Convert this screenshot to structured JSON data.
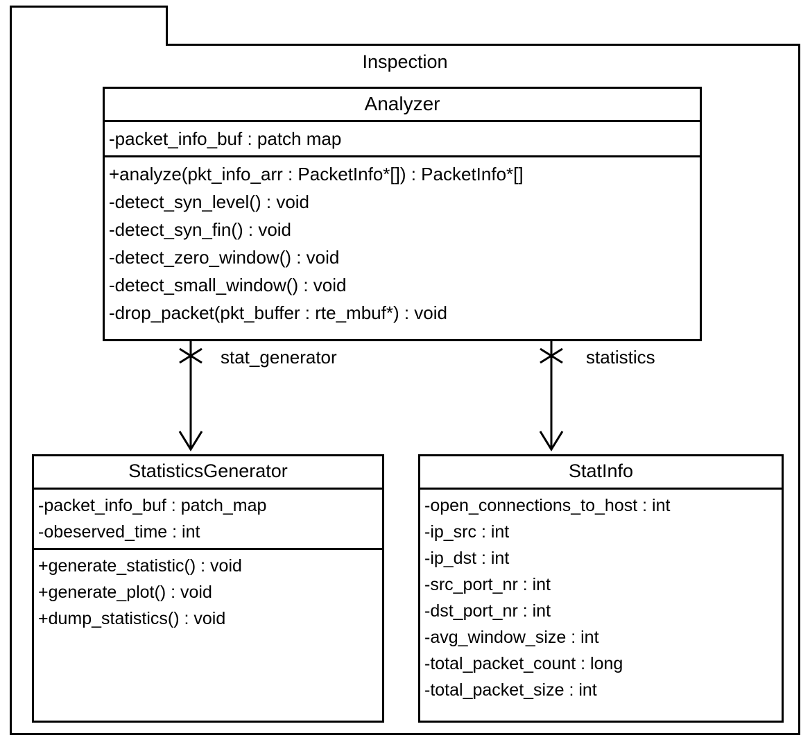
{
  "package": {
    "name": "Inspection",
    "tab_label": ""
  },
  "classes": [
    {
      "id": "analyzer",
      "name": "Analyzer",
      "attributes": [
        "-packet_info_buf : patch map"
      ],
      "operations": [
        "+analyze(pkt_info_arr : PacketInfo*[]) : PacketInfo*[]",
        "-detect_syn_level() : void",
        "-detect_syn_fin() : void",
        "-detect_zero_window() : void",
        "-detect_small_window() : void",
        "-drop_packet(pkt_buffer : rte_mbuf*) : void"
      ]
    },
    {
      "id": "statsgen",
      "name": "StatisticsGenerator",
      "attributes": [
        "-packet_info_buf : patch_map",
        "-obeserved_time : int"
      ],
      "operations": [
        "+generate_statistic() : void",
        "+generate_plot() : void",
        "+dump_statistics() : void"
      ]
    },
    {
      "id": "statinfo",
      "name": "StatInfo",
      "attributes": [
        "-open_connections_to_host : int",
        "-ip_src : int",
        "-ip_dst : int",
        "-src_port_nr : int",
        "-dst_port_nr : int",
        "-avg_window_size : int",
        "-total_packet_count : long",
        "-total_packet_size : int"
      ],
      "operations": []
    }
  ],
  "associations": [
    {
      "id": "stat-generator",
      "label": "stat_generator",
      "from": "Analyzer",
      "to": "StatisticsGenerator",
      "source_marker": "cross",
      "target_marker": "open-arrow"
    },
    {
      "id": "statistics",
      "label": "statistics",
      "from": "Analyzer",
      "to": "StatInfo",
      "source_marker": "cross",
      "target_marker": "open-arrow"
    }
  ],
  "colors": {
    "stroke": "#000000",
    "fill": "#ffffff"
  }
}
